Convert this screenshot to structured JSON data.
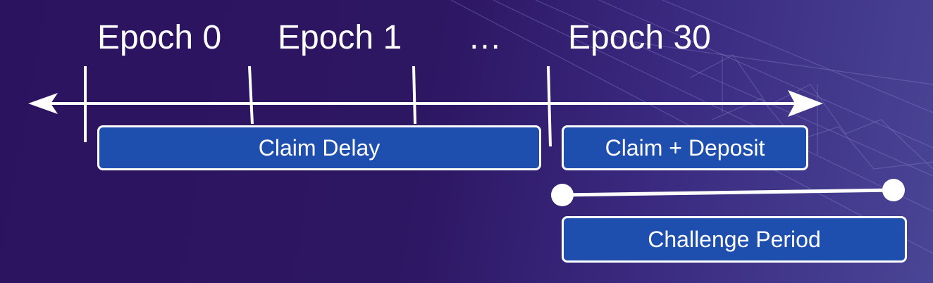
{
  "epochs": {
    "epoch_0": "Epoch 0",
    "epoch_1": "Epoch 1",
    "ellipsis": "…",
    "epoch_30": "Epoch 30"
  },
  "periods": {
    "claim_delay": "Claim Delay",
    "claim_deposit": "Claim + Deposit",
    "challenge_period": "Challenge Period"
  },
  "colors": {
    "background": "#2c135f",
    "box_fill": "#1f4fae",
    "line": "#ffffff"
  }
}
